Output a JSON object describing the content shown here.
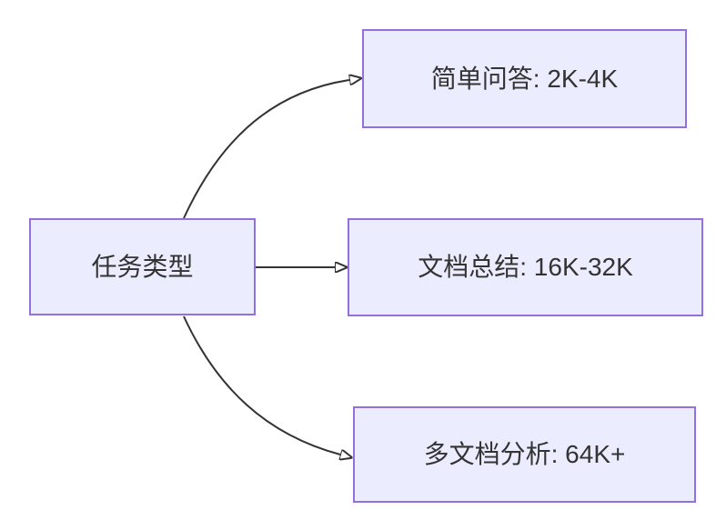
{
  "diagram": {
    "type": "flowchart-left-to-right",
    "root": {
      "label": "任务类型"
    },
    "children": [
      {
        "label": "简单问答: 2K-4K"
      },
      {
        "label": "文档总结: 16K-32K"
      },
      {
        "label": "多文档分析: 64K+"
      }
    ],
    "edges": [
      {
        "from": "任务类型",
        "to": "简单问答: 2K-4K"
      },
      {
        "from": "任务类型",
        "to": "文档总结: 16K-32K"
      },
      {
        "from": "任务类型",
        "to": "多文档分析: 64K+"
      }
    ],
    "colors": {
      "node_fill": "#ECECFF",
      "node_border": "#9370DB",
      "edge_line": "#333333",
      "text": "#333333",
      "background": "#FFFFFF"
    }
  }
}
